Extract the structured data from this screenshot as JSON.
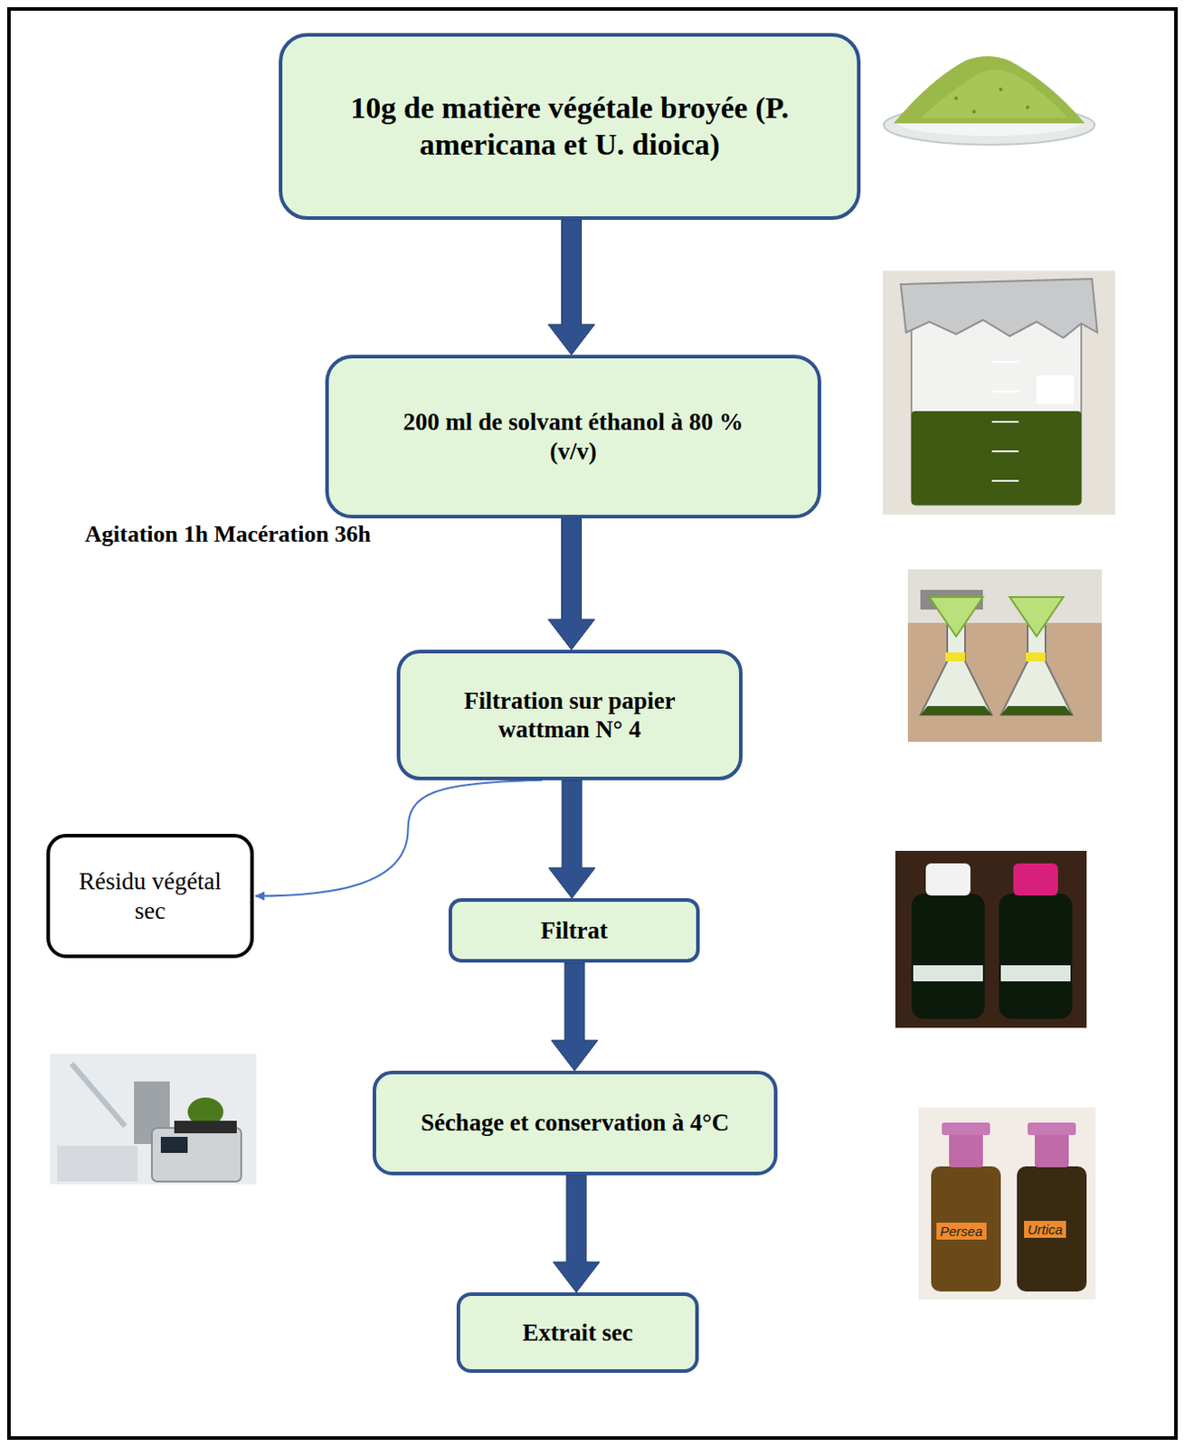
{
  "diagram": {
    "nodes": [
      {
        "text": [
          "10g de matière végétale broyée (P. americana et U. dioica)"
        ]
      },
      {
        "text": [
          "200 ml de solvant éthanol à 80 % (v/v)"
        ]
      },
      {
        "text": [
          "Filtration sur papier wattman N° 4"
        ]
      },
      {
        "text": [
          "Résidu végétal sec"
        ]
      },
      {
        "text": [
          "Filtrat"
        ]
      },
      {
        "text": [
          "Séchage et conservation à 4°C"
        ]
      },
      {
        "text": [
          "Extrait sec"
        ]
      }
    ],
    "edges": [
      {
        "from": 0,
        "to": 1,
        "arrow": "to"
      },
      {
        "from": 1,
        "to": 2,
        "arrow": "to",
        "label": "Agitation 1h Macération 36h"
      },
      {
        "from": 2,
        "to": 3,
        "arrow": "to"
      },
      {
        "from": 2,
        "to": 4,
        "arrow": "to"
      },
      {
        "from": 4,
        "to": 5,
        "arrow": "to"
      },
      {
        "from": 5,
        "to": 6,
        "arrow": "to"
      }
    ],
    "labels": [
      "Persea",
      "Urtica"
    ]
  }
}
